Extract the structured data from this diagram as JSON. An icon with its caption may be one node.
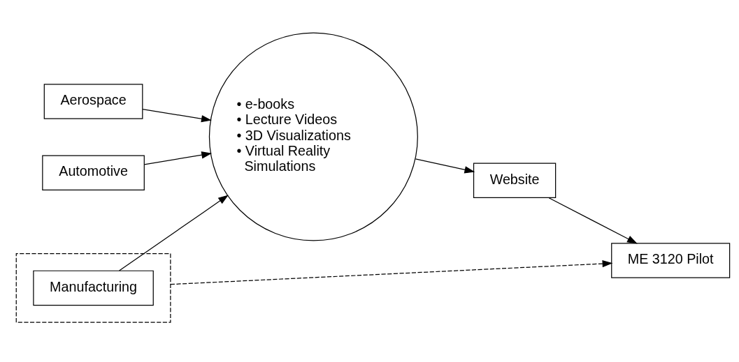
{
  "diagram": {
    "nodes": [
      {
        "text": [
          "Aerospace"
        ]
      },
      {
        "text": [
          "Automotive"
        ]
      },
      {
        "text": [
          "• e-books",
          "• Lecture Videos",
          "• 3D Visualizations",
          "• Virtual Reality Simulations"
        ]
      },
      {
        "text": [
          "Website"
        ]
      },
      {
        "text": [],
        "shape": "box"
      },
      {
        "text": [
          "Manufacturing"
        ],
        "in": 4
      },
      {
        "text": [
          "ME 3120 Pilot"
        ]
      }
    ],
    "edges": [
      {
        "from": 0,
        "to": 2,
        "arrow": "to"
      },
      {
        "from": 1,
        "to": 2,
        "arrow": "to"
      },
      {
        "from": 5,
        "to": 2,
        "arrow": "to"
      },
      {
        "from": 2,
        "to": 3,
        "arrow": "to"
      },
      {
        "from": 3,
        "to": 6,
        "arrow": "to"
      },
      {
        "from": 4,
        "to": 6,
        "arrow": "to",
        "style": "dashed"
      }
    ]
  }
}
